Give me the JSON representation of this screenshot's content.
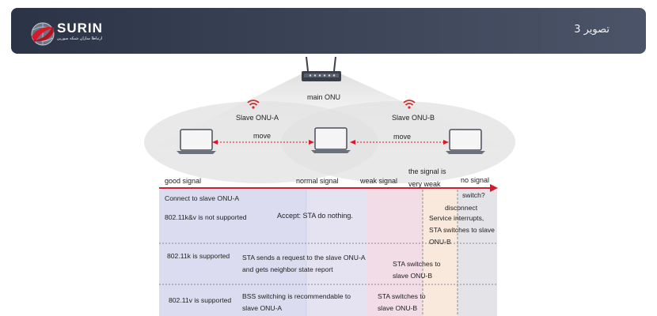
{
  "header": {
    "brand": "SURIN",
    "brand_tagline": "ارتباطا سازان شبکه سورین",
    "caption": "تصویر 3"
  },
  "diagram": {
    "main_onu": "main ONU",
    "slave_a": "Slave ONU-A",
    "slave_b": "Slave ONU-B",
    "move": "move",
    "signal_levels": {
      "good": "good signal",
      "normal": "normal signal",
      "weak": "weak signal",
      "very_weak_line1": "the signal is",
      "very_weak_line2": "very weak",
      "none": "no signal"
    },
    "row1": {
      "connect": "Connect to slave ONU-A",
      "label": "802.11k&v is not supported",
      "accept": "Accept: STA do nothing.",
      "switch_q": "switch?",
      "disconnect": "disconnect",
      "interrupt": "Service interrupts,",
      "switch_line1": "STA switches to slave",
      "switch_line2": "ONU-B"
    },
    "row2": {
      "label": "802.11k is supported",
      "action_line1": "STA sends a request to the slave ONU-A",
      "action_line2": "and gets neighbor state report",
      "result_line1": "STA switches to",
      "result_line2": "slave ONU-B"
    },
    "row3": {
      "label": "802.11v is supported",
      "action_line1": "BSS switching is recommendable to",
      "action_line2": "slave ONU-A",
      "result_line1": "STA switches to",
      "result_line2": "slave ONU-B"
    }
  },
  "colors": {
    "header_bg": "#2f3849",
    "arrow_red": "#d7192a",
    "wifi_red": "#d42a2a",
    "band_purple": "#dcdcf0",
    "band_pink": "#f2dce6",
    "band_peach": "#f9e9dc",
    "band_gray": "#e4e4e8"
  }
}
